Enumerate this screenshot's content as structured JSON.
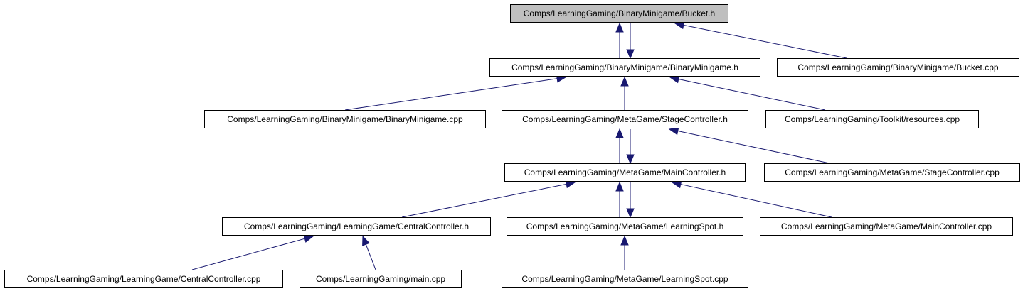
{
  "graph": {
    "colors": {
      "edge": "#191970",
      "node_border": "#000000",
      "node_fill": "#ffffff",
      "focus_fill": "#bfbfbf"
    },
    "nodes": {
      "bucket_h": "Comps/LearningGaming/BinaryMinigame/Bucket.h",
      "binaryminigame_h": "Comps/LearningGaming/BinaryMinigame/BinaryMinigame.h",
      "bucket_cpp": "Comps/LearningGaming/BinaryMinigame/Bucket.cpp",
      "binaryminigame_cpp": "Comps/LearningGaming/BinaryMinigame/BinaryMinigame.cpp",
      "stagecontroller_h": "Comps/LearningGaming/MetaGame/StageController.h",
      "resources_cpp": "Comps/LearningGaming/Toolkit/resources.cpp",
      "maincontroller_h": "Comps/LearningGaming/MetaGame/MainController.h",
      "stagecontroller_cpp": "Comps/LearningGaming/MetaGame/StageController.cpp",
      "centralcontroller_h": "Comps/LearningGaming/LearningGame/CentralController.h",
      "learningspot_h": "Comps/LearningGaming/MetaGame/LearningSpot.h",
      "maincontroller_cpp": "Comps/LearningGaming/MetaGame/MainController.cpp",
      "centralcontroller_cpp": "Comps/LearningGaming/LearningGame/CentralController.cpp",
      "main_cpp": "Comps/LearningGaming/main.cpp",
      "learningspot_cpp": "Comps/LearningGaming/MetaGame/LearningSpot.cpp"
    },
    "edges": [
      {
        "from": "binaryminigame_h",
        "to": "bucket_h"
      },
      {
        "from": "bucket_h",
        "to": "binaryminigame_h"
      },
      {
        "from": "bucket_cpp",
        "to": "bucket_h"
      },
      {
        "from": "binaryminigame_cpp",
        "to": "binaryminigame_h"
      },
      {
        "from": "stagecontroller_h",
        "to": "binaryminigame_h"
      },
      {
        "from": "resources_cpp",
        "to": "binaryminigame_h"
      },
      {
        "from": "maincontroller_h",
        "to": "stagecontroller_h"
      },
      {
        "from": "stagecontroller_h",
        "to": "maincontroller_h"
      },
      {
        "from": "stagecontroller_cpp",
        "to": "stagecontroller_h"
      },
      {
        "from": "centralcontroller_h",
        "to": "maincontroller_h"
      },
      {
        "from": "learningspot_h",
        "to": "maincontroller_h"
      },
      {
        "from": "maincontroller_h",
        "to": "learningspot_h"
      },
      {
        "from": "maincontroller_cpp",
        "to": "maincontroller_h"
      },
      {
        "from": "centralcontroller_cpp",
        "to": "centralcontroller_h"
      },
      {
        "from": "main_cpp",
        "to": "centralcontroller_h"
      },
      {
        "from": "learningspot_cpp",
        "to": "learningspot_h"
      }
    ]
  }
}
